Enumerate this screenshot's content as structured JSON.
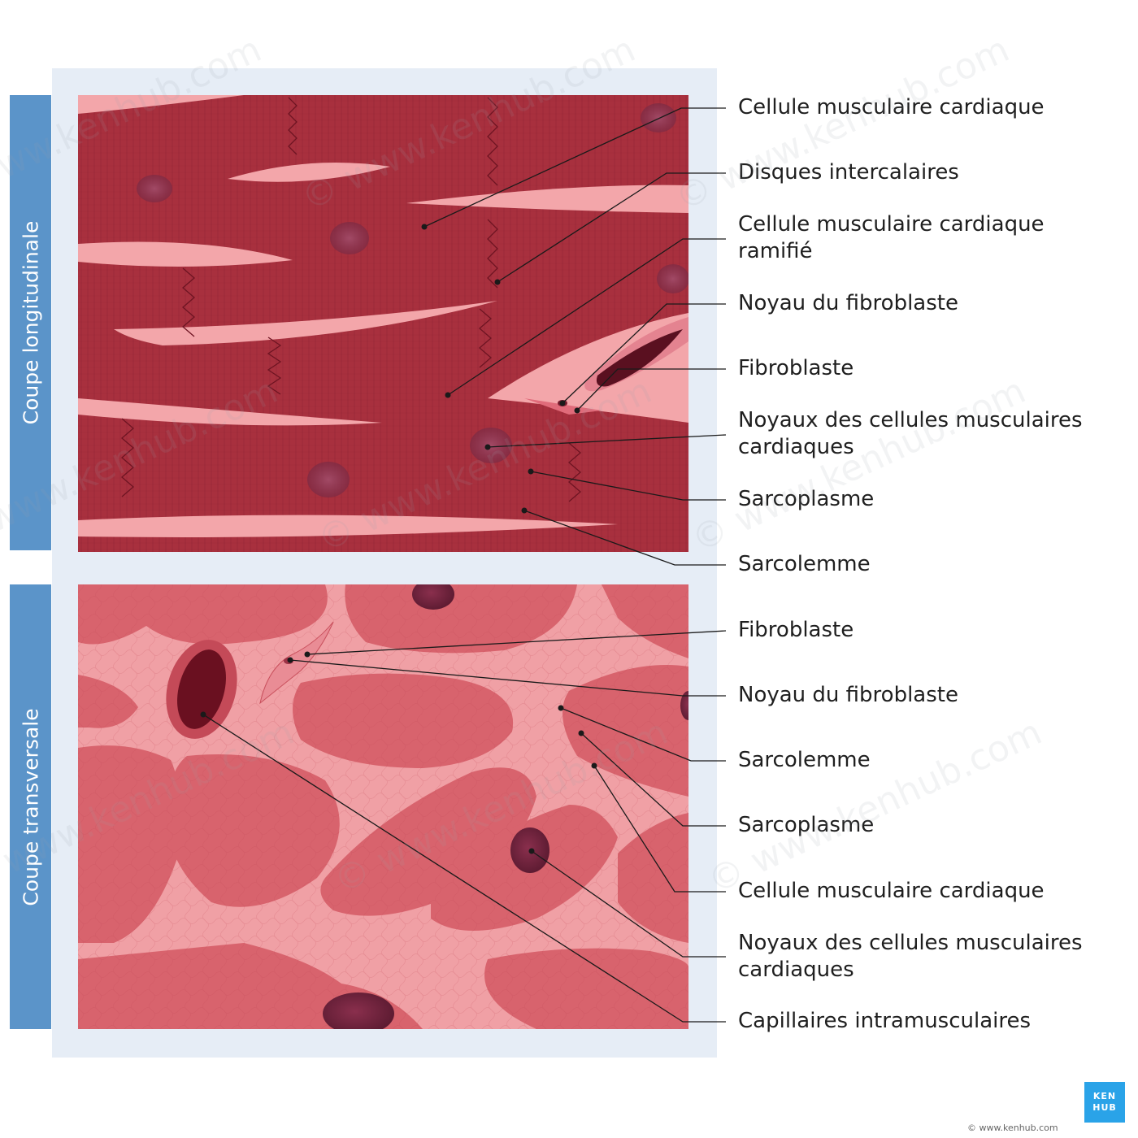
{
  "sections": {
    "longitudinal": "Coupe longitudinale",
    "transverse": "Coupe transversale"
  },
  "labels": {
    "long_1": "Cellule musculaire cardiaque",
    "long_2": "Disques intercalaires",
    "long_3a": "Cellule musculaire cardiaque",
    "long_3b": "ramifié",
    "long_4": "Noyau du fibroblaste",
    "long_5": "Fibroblaste",
    "long_6a": "Noyaux des cellules musculaires",
    "long_6b": "cardiaques",
    "long_7": "Sarcoplasme",
    "long_8": "Sarcolemme",
    "trans_1": "Fibroblaste",
    "trans_2": "Noyau du fibroblaste",
    "trans_3": "Sarcolemme",
    "trans_4": "Sarcoplasme",
    "trans_5": "Cellule musculaire cardiaque",
    "trans_6a": "Noyaux des cellules musculaires",
    "trans_6b": "cardiaques",
    "trans_7": "Capillaires intramusculaires"
  },
  "brand": {
    "logo_line1": "KEN",
    "logo_line2": "HUB",
    "copyright": "© www.kenhub.com",
    "watermark": "© www.kenhub.com"
  },
  "colors": {
    "accent": "#5b94c9",
    "muscle_dark": "#a8303e",
    "muscle_light": "#d8636d",
    "interstitial": "#f3a6aa",
    "nucleus": "#7a2a44"
  }
}
